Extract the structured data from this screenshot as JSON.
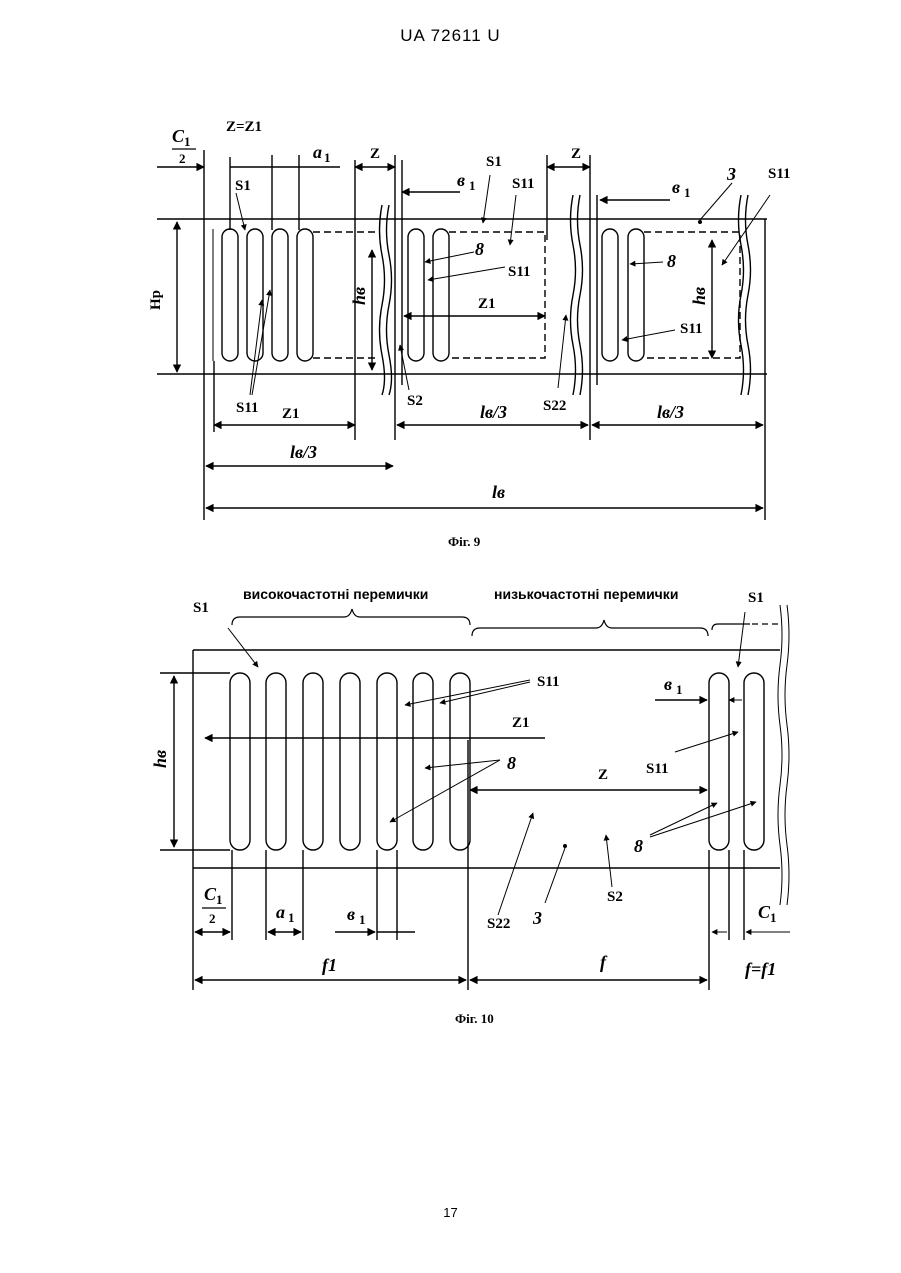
{
  "header": {
    "doc_id": "UA   72611   U"
  },
  "page_number": "17",
  "fig9": {
    "caption": "Фіг. 9",
    "labels": {
      "c1": "C",
      "c1_sub": "1",
      "c1_den": "2",
      "z_eq": "Z=Z1",
      "a1": "a",
      "a1_sub": "1",
      "z_left": "Z",
      "z_right": "Z",
      "b1_mid": "в",
      "b1_mid_sub": "1",
      "b1_right": "в",
      "b1_right_sub": "1",
      "s1_left": "S1",
      "s1_mid": "S1",
      "s11_top_mid": "S11",
      "s11_top_right": "S11",
      "s11_mid": "S11",
      "s11_right": "S11",
      "s11_bottom_left": "S11",
      "num3": "3",
      "num8_mid": "8",
      "num8_right": "8",
      "hp": "Hp",
      "hb_left": "hв",
      "hb_right": "hв",
      "z1_mid": "Z1",
      "z1_bottom": "Z1",
      "s2": "S2",
      "s22": "S22",
      "lb3_mid": "lв/3",
      "lb3_right": "lв/3",
      "lb3_left": "lв/3",
      "lb": "lв"
    }
  },
  "fig10": {
    "caption": "Фіг. 10",
    "labels": {
      "high_freq": "високочастотні перемички",
      "low_freq": "низькочастотні перемички",
      "s1_left": "S1",
      "s1_right": "S1",
      "s11_top": "S11",
      "s11_right": "S11",
      "b1_top": "в",
      "b1_top_sub": "1",
      "z1": "Z1",
      "z": "Z",
      "num8_mid": "8",
      "num8_right": "8",
      "he": "hв",
      "s22": "S22",
      "num3": "3",
      "s2": "S2",
      "c1": "C",
      "c1_sub": "1",
      "c1_den": "2",
      "a1": "a",
      "a1_sub": "1",
      "b1_bot": "в",
      "b1_bot_sub": "1",
      "c1_right": "C",
      "c1_right_sub": "1",
      "f1": "f1",
      "f": "f",
      "f_eq": "f=f1"
    }
  }
}
